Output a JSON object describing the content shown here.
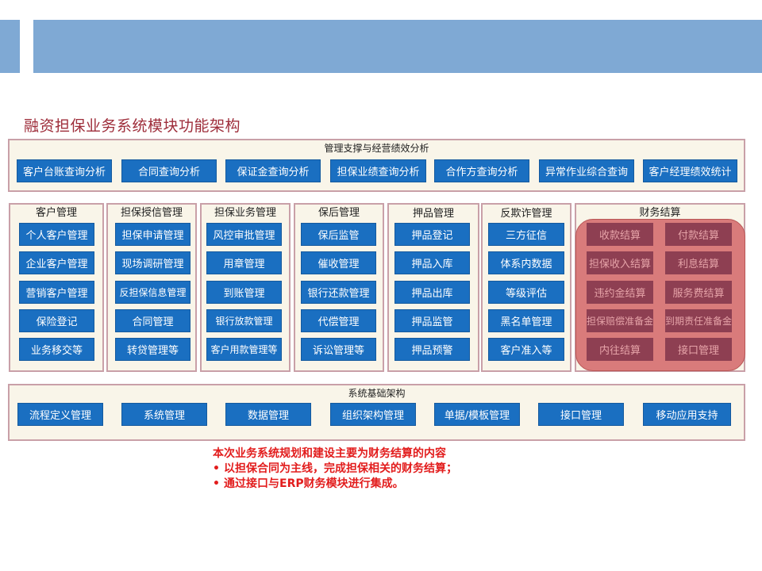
{
  "title": "融资担保业务系统模块功能架构",
  "top_section": {
    "title": "管理支撑与经营绩效分析",
    "items": [
      "客户台账查询分析",
      "合同查询分析",
      "保证金查询分析",
      "担保业绩查询分析",
      "合作方查询分析",
      "异常作业综合查询",
      "客户经理绩效统计"
    ]
  },
  "columns": [
    {
      "title": "客户管理",
      "items": [
        "个人客户管理",
        "企业客户管理",
        "营销客户管理",
        "保险登记",
        "业务移交等"
      ]
    },
    {
      "title": "担保授信管理",
      "items": [
        "担保申请管理",
        "现场调研管理",
        "反担保信息管理",
        "合同管理",
        "转贷管理等"
      ]
    },
    {
      "title": "担保业务管理",
      "items": [
        "风控审批管理",
        "用章管理",
        "到账管理",
        "银行放款管理",
        "客户用款管理等"
      ]
    },
    {
      "title": "保后管理",
      "items": [
        "保后监管",
        "催收管理",
        "银行还款管理",
        "代偿管理",
        "诉讼管理等"
      ]
    },
    {
      "title": "押品管理",
      "items": [
        "押品登记",
        "押品入库",
        "押品出库",
        "押品监管",
        "押品预警"
      ]
    },
    {
      "title": "反欺诈管理",
      "items": [
        "三方征信",
        "体系内数据",
        "等级评估",
        "黑名单管理",
        "客户准入等"
      ]
    }
  ],
  "finance": {
    "title": "财务结算",
    "items": [
      "收款结算",
      "付款结算",
      "担保收入结算",
      "利息结算",
      "违约金结算",
      "服务费结算",
      "担保赔偿准备金",
      "未到期责任准备金",
      "内往结算",
      "接口管理"
    ]
  },
  "bottom_section": {
    "title": "系统基础架构",
    "items": [
      "流程定义管理",
      "系统管理",
      "数据管理",
      "组织架构管理",
      "单据/模板管理",
      "接口管理",
      "移动应用支持"
    ]
  },
  "note": {
    "heading": "本次业务系统规划和建设主要为财务结算的内容",
    "bullets": [
      "以担保合同为主线，完成担保相关的财务结算；",
      "通过接口与ERP财务模块进行集成。"
    ]
  },
  "colors": {
    "header_bar": "#7fa9d4",
    "title": "#9e2d3a",
    "module_button": "#1a6fc1",
    "finance_oval": "#d97b7b",
    "finance_button": "#8e3f52",
    "note_text": "#e21c1c"
  }
}
